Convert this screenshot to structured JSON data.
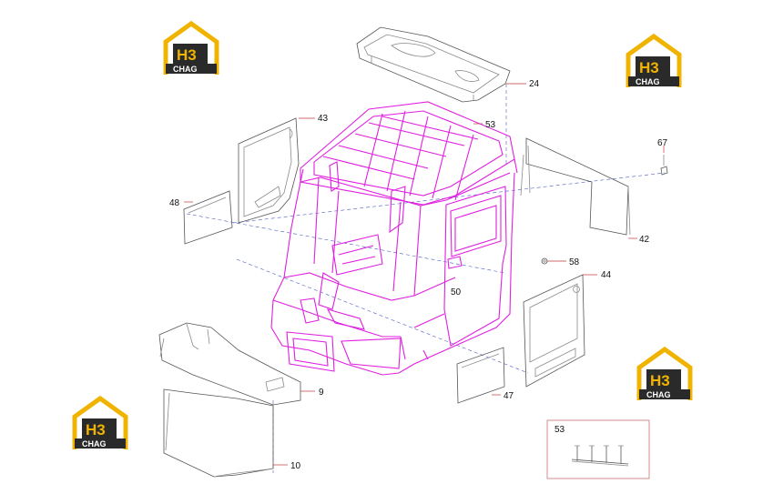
{
  "colors": {
    "cab_magenta": "#e020e0",
    "part_outline": "#8a8a8a",
    "leader_red": "#c23a3a",
    "assembly_dash": "#4a5cc0",
    "logo_gold": "#f0b400",
    "logo_dark": "#2a2a2a"
  },
  "watermark": {
    "mark": "H3",
    "sub": "CHAG"
  },
  "callouts": {
    "c24": "24",
    "c53": "53",
    "c43": "43",
    "c67": "67",
    "c48": "48",
    "c42": "42",
    "c58": "58",
    "c44": "44",
    "c50": "50",
    "c9": "9",
    "c47": "47",
    "c10": "10"
  },
  "inset": {
    "label": "53"
  }
}
